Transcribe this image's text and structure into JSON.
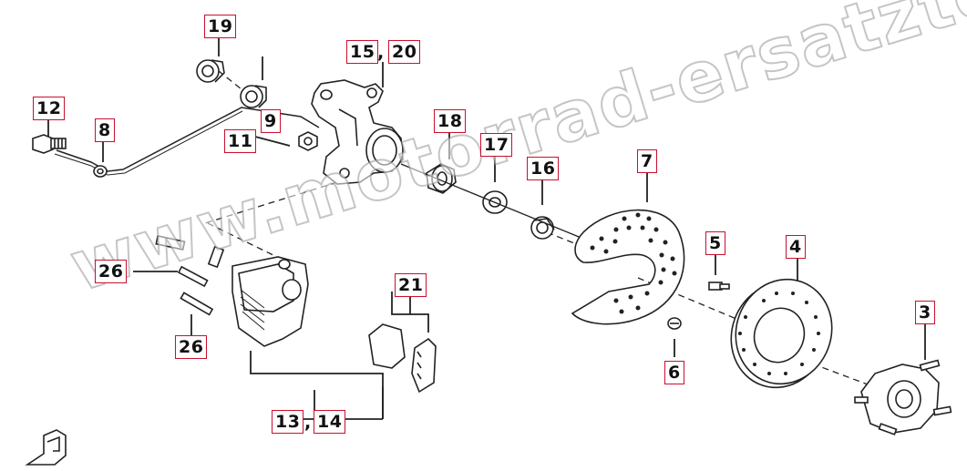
{
  "callouts": {
    "c19": "19",
    "c15": "15",
    "c20": "20",
    "c12": "12",
    "c8": "8",
    "c9": "9",
    "c11": "11",
    "c18": "18",
    "c17": "17",
    "c16": "16",
    "c7": "7",
    "c5": "5",
    "c4": "4",
    "c3": "3",
    "c26a": "26",
    "c26b": "26",
    "c21": "21",
    "c6": "6",
    "c13": "13",
    "c14": "14"
  },
  "separators": {
    "comma": ","
  },
  "watermark": "www.motorrad-ersatzteile.de"
}
